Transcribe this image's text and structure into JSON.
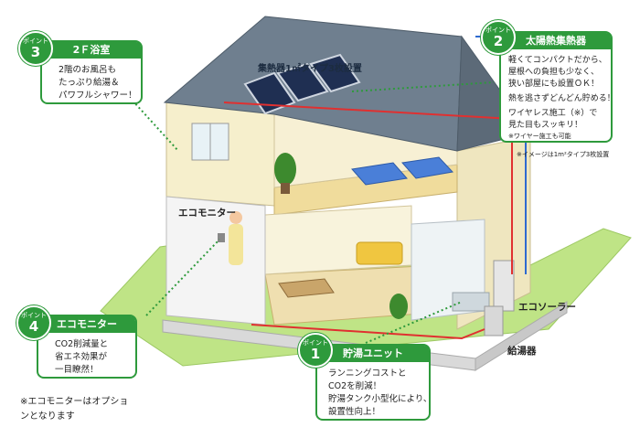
{
  "roof_label": "集熱器1㎡タイプ3枚設置",
  "roof_note": "※イメージは1m²タイプ3枚設置",
  "labels": {
    "eco_monitor": "エコモニター",
    "eco_solar": "エコソーラー",
    "water_heater": "給湯器"
  },
  "footnote": [
    "※エコモニターはオプショ",
    "ンとなります"
  ],
  "points": [
    {
      "badge_text": "ポイント",
      "number": "1",
      "title": "貯湯ユニット",
      "lines": [
        "ランニングコストと",
        "CO2を削減！",
        "貯湯タンク小型化により、",
        "設置性向上！"
      ]
    },
    {
      "badge_text": "ポイント",
      "number": "2",
      "title": "太陽熱集熱器",
      "lines": [
        "軽くてコンパクトだから、",
        "屋根への負担も少なく、",
        "狭い部屋にも設置ＯＫ！",
        "熱を逃さずどんどん貯める！",
        "ワイヤレス施工（※）で",
        "見た目もスッキリ！"
      ],
      "small": "※ワイヤー施工も可能"
    },
    {
      "badge_text": "ポイント",
      "number": "3",
      "title": "2Ｆ浴室",
      "lines": [
        "2階のお風呂も",
        "たっぷり給湯＆",
        "パワフルシャワー！"
      ]
    },
    {
      "badge_text": "ポイント",
      "number": "4",
      "title": "エコモニター",
      "lines": [
        "CO2削減量と",
        "省エネ効果が",
        "一目瞭然！"
      ]
    }
  ],
  "colors": {
    "accent_green": "#2e9a3c",
    "roof": "#6f7f8f",
    "wall": "#f3ecc9",
    "lawn": "#b8e07a",
    "pipe_red": "#e03030",
    "pipe_blue": "#2f6ad0"
  }
}
